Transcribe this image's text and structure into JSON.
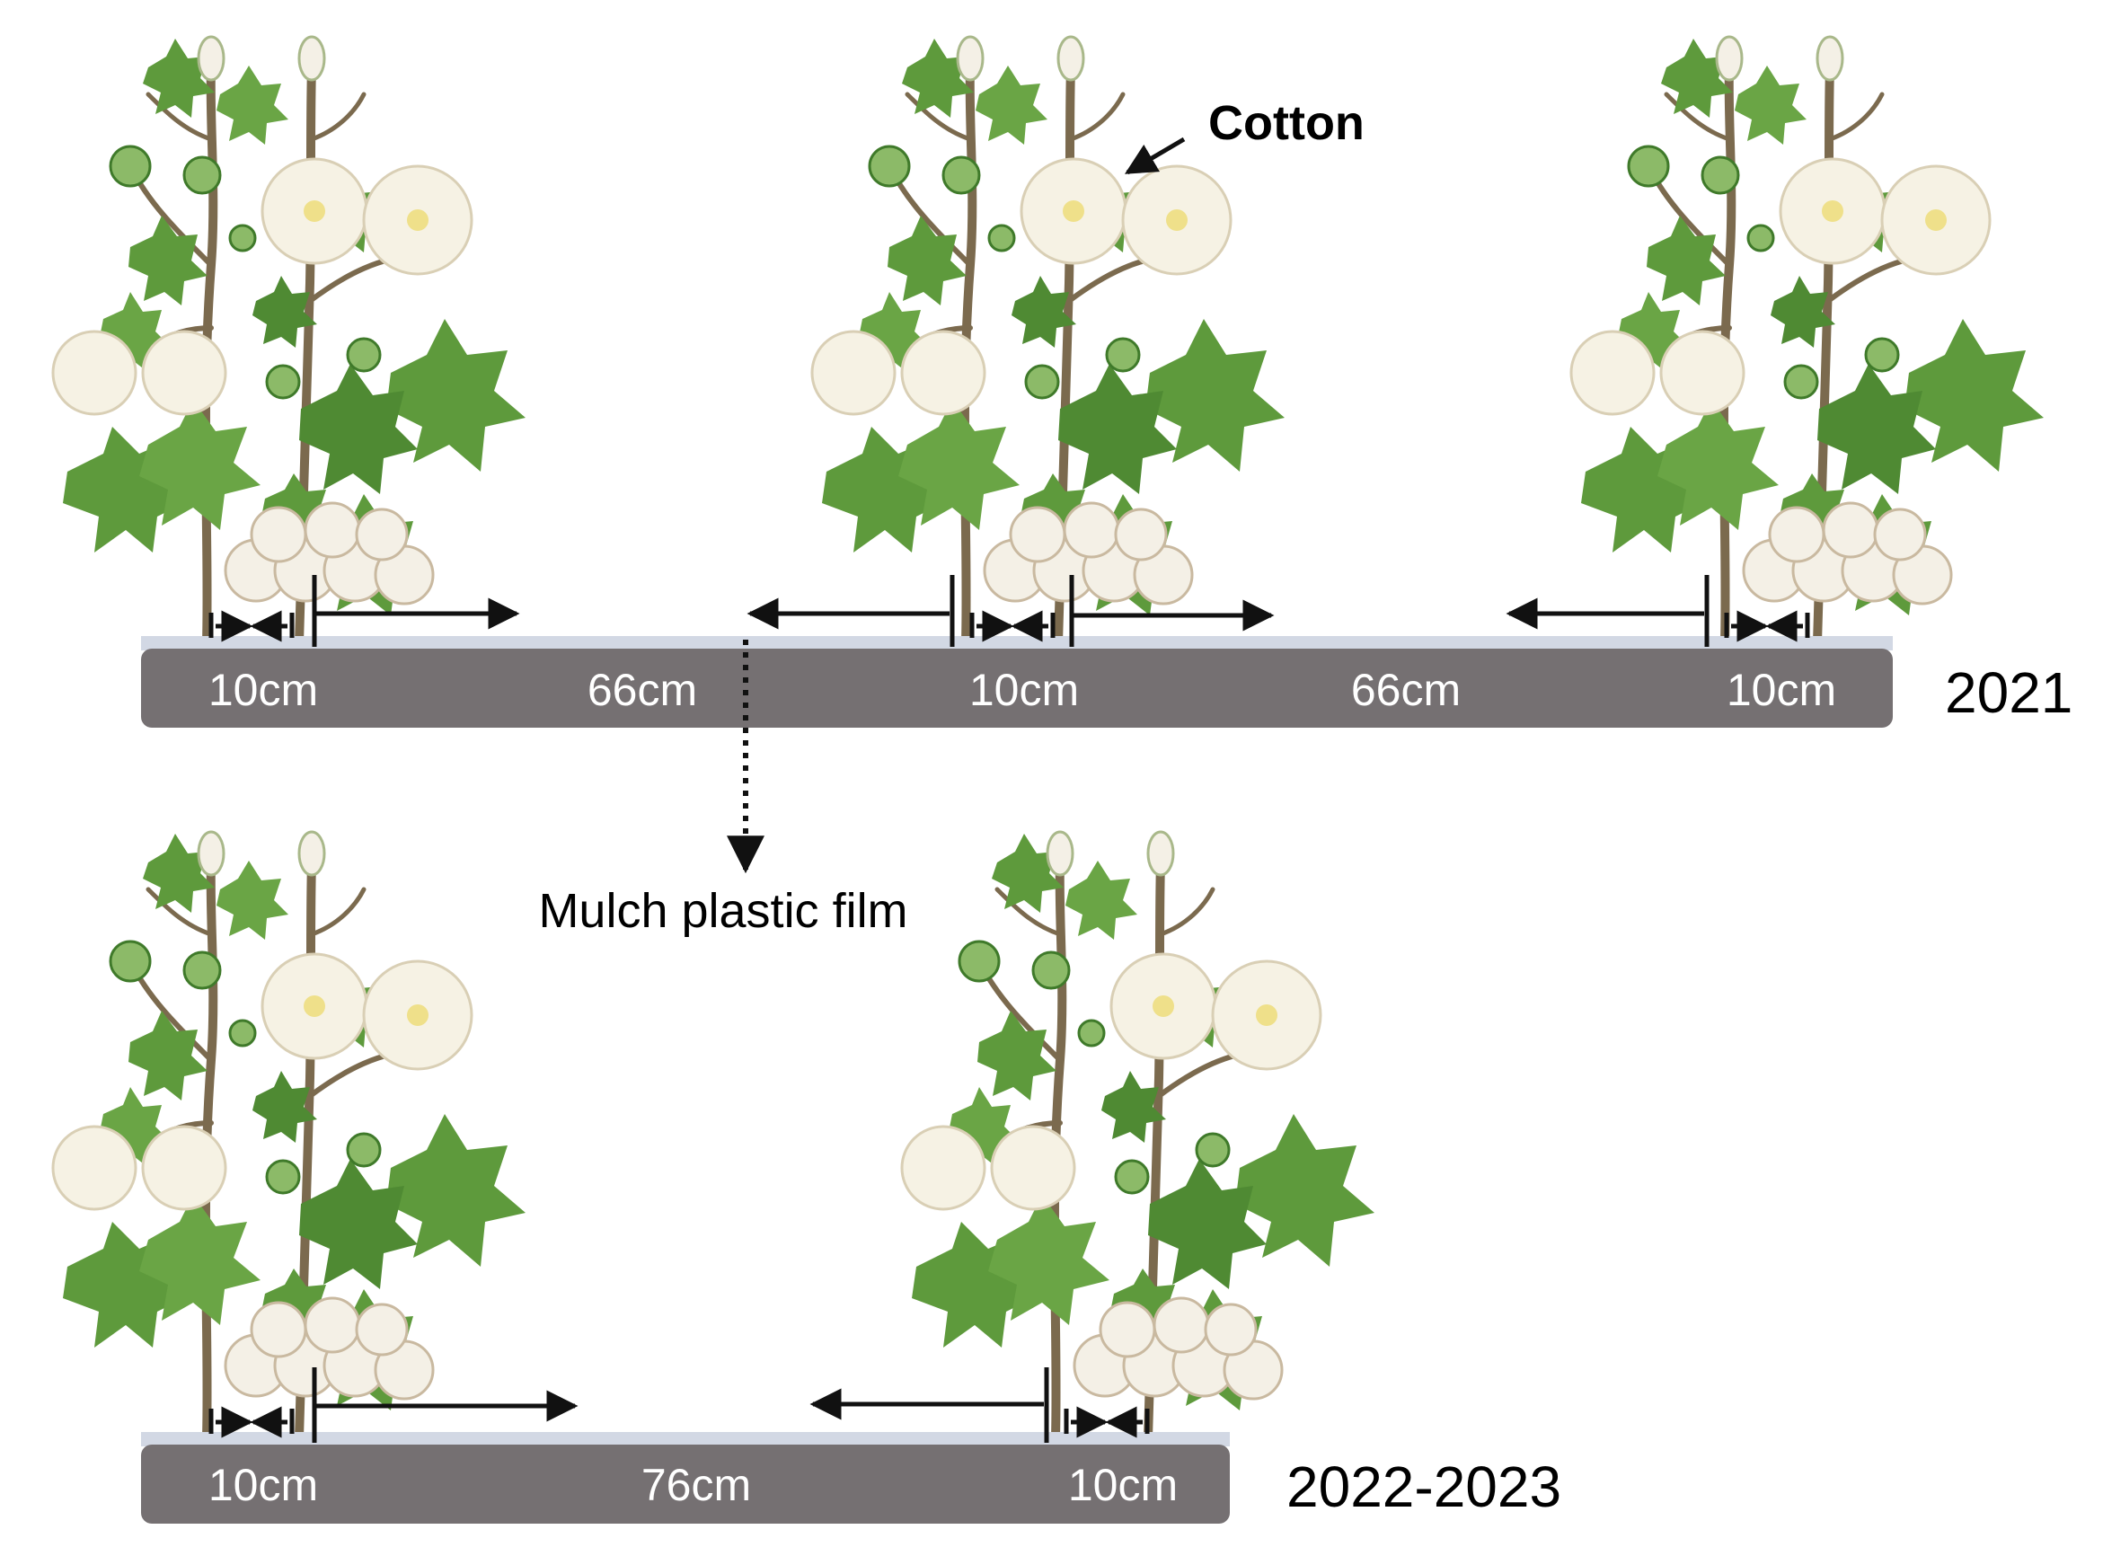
{
  "colors": {
    "soil": "#757072",
    "film": "#d2d8e4",
    "leaf": "#5e9a3c",
    "leaf_dark": "#3f7a2a",
    "leaf_vein": "#2f5f20",
    "stem": "#7b6a4e",
    "boll": "#f4f0e6",
    "boll_shadow": "#c9b9a0",
    "flower": "#f6f2e4",
    "flower_center": "#efe08a",
    "bud": "#8cba68",
    "arrow": "#111111"
  },
  "icons": [
    "cotton-plant-icon",
    "arrow-icon"
  ],
  "annotations": {
    "cotton_label": "Cotton",
    "mulch_label": "Mulch plastic film"
  },
  "panels": [
    {
      "year": "2021",
      "segments": [
        "10cm",
        "66cm",
        "10cm",
        "66cm",
        "10cm"
      ]
    },
    {
      "year": "2022-2023",
      "segments": [
        "10cm",
        "76cm",
        "10cm"
      ]
    }
  ]
}
